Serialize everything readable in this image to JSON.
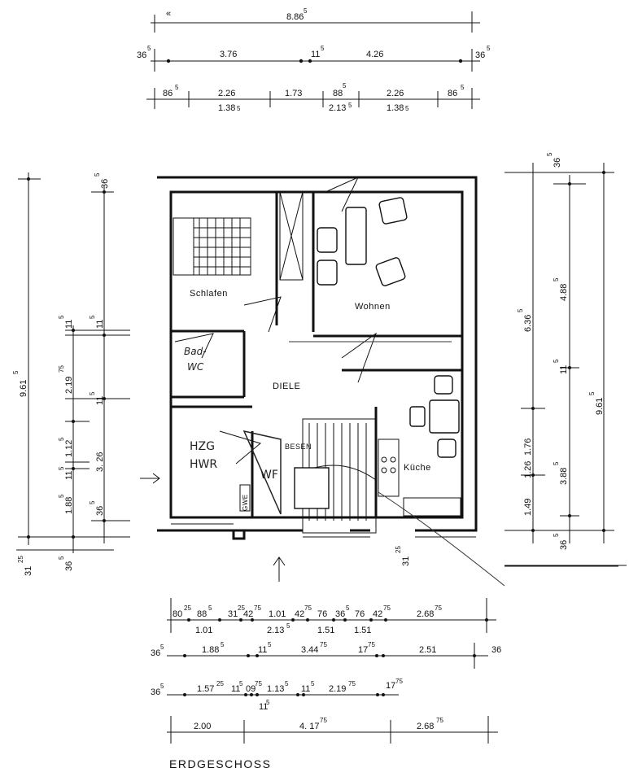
{
  "title": "ERDGESCHOSS",
  "rooms": {
    "schlafen": "Schlafen",
    "wohnen": "Wohnen",
    "diele": "DIELE",
    "kueche": "Küche",
    "bad_wc": "Bad-\nWC",
    "bad_line1": "Bad-",
    "bad_line2": "WC",
    "hzg": "HZG",
    "hwr": "HWR",
    "wf": "WF",
    "besen": "BESEN",
    "gwe": "GWE"
  },
  "dims_top": {
    "total": "8.86",
    "total_sup": "5",
    "r1_left": "36",
    "r1_left_sup": "5",
    "r1_a": "3.76",
    "r1_b": "11",
    "r1_b_sup": "5",
    "r1_c": "4.26",
    "r1_right": "36",
    "r1_right_sup": "5",
    "r2_a": "86",
    "r2_a_sup": "5",
    "r2_b": "2.26",
    "r2_c": "1.73",
    "r2_d": "88",
    "r2_d_sup": "5",
    "r2_e": "2.26",
    "r2_f": "86",
    "r2_f_sup": "5",
    "r2_g": "1.38",
    "r2_g_sup": "5",
    "r2_h": "2.13",
    "r2_h_sup": "5",
    "r2_i": "1.38",
    "r2_i_sup": "5"
  },
  "dims_left": {
    "total": "9.61",
    "total_sup": "5",
    "top": "36",
    "top_sup": "5",
    "a": "11",
    "a_sup": "5",
    "b": "2.19",
    "b_sup": "75",
    "c": "11",
    "c_sup": "5",
    "d": "1.12",
    "d_sup": "5",
    "e": "3. 26",
    "f": "11",
    "f_sup": "5",
    "g": "1.88",
    "g_sup": "5",
    "h": "36",
    "h_sup": "5",
    "i": "31",
    "i_sup": "25",
    "j": "36",
    "j_sup": "5",
    "k": "11",
    "k_sup": "5"
  },
  "dims_right": {
    "top": "36",
    "top_sup": "5",
    "a": "4.88",
    "a_sup": "5",
    "b": "6.36",
    "b_sup": "5",
    "c": "11",
    "c_sup": "5",
    "d": "9.61",
    "d_sup": "5",
    "e": "1.76",
    "f": "1.26",
    "g": "3.88",
    "g_sup": "5",
    "h": "1.49",
    "i": "36",
    "i_sup": "5",
    "j": "31",
    "j_sup": "25"
  },
  "dims_bottom": {
    "r1": [
      "80",
      "25",
      "88",
      "5",
      "31",
      "25",
      "42",
      "75",
      "1.01",
      "",
      "42",
      "75",
      "76",
      "",
      "36",
      "5",
      "76",
      "",
      "42",
      "75",
      "2.68",
      "75"
    ],
    "r1_sub": [
      "1.01",
      "2.13",
      "5",
      "1.51",
      "1.51"
    ],
    "r2_left": "36",
    "r2_left_sup": "5",
    "r2_a": "1.88",
    "r2_a_sup": "5",
    "r2_b": "11",
    "r2_b_sup": "5",
    "r2_c": "3.44",
    "r2_c_sup": "75",
    "r2_d": "17",
    "r2_d_sup": "75",
    "r2_e": "2.51",
    "r2_right": "36",
    "r3_left": "36",
    "r3_left_sup": "5",
    "r3_a": "1.57",
    "r3_a_sup": "25",
    "r3_b": "11",
    "r3_b_sup": "5",
    "r3_c": "09",
    "r3_c_sup": "75",
    "r3_d": "1.13",
    "r3_d_sup": "5",
    "r3_e": "11",
    "r3_e_sup": "5",
    "r3_f": "2.19",
    "r3_f_sup": "75",
    "r3_g": "17",
    "r3_g_sup": "75",
    "r3_h": "11",
    "r3_h_sup": "5",
    "r4_a": "2.00",
    "r4_b": "4. 17",
    "r4_b_sup": "75",
    "r4_c": "2.68",
    "r4_c_sup": "75"
  }
}
